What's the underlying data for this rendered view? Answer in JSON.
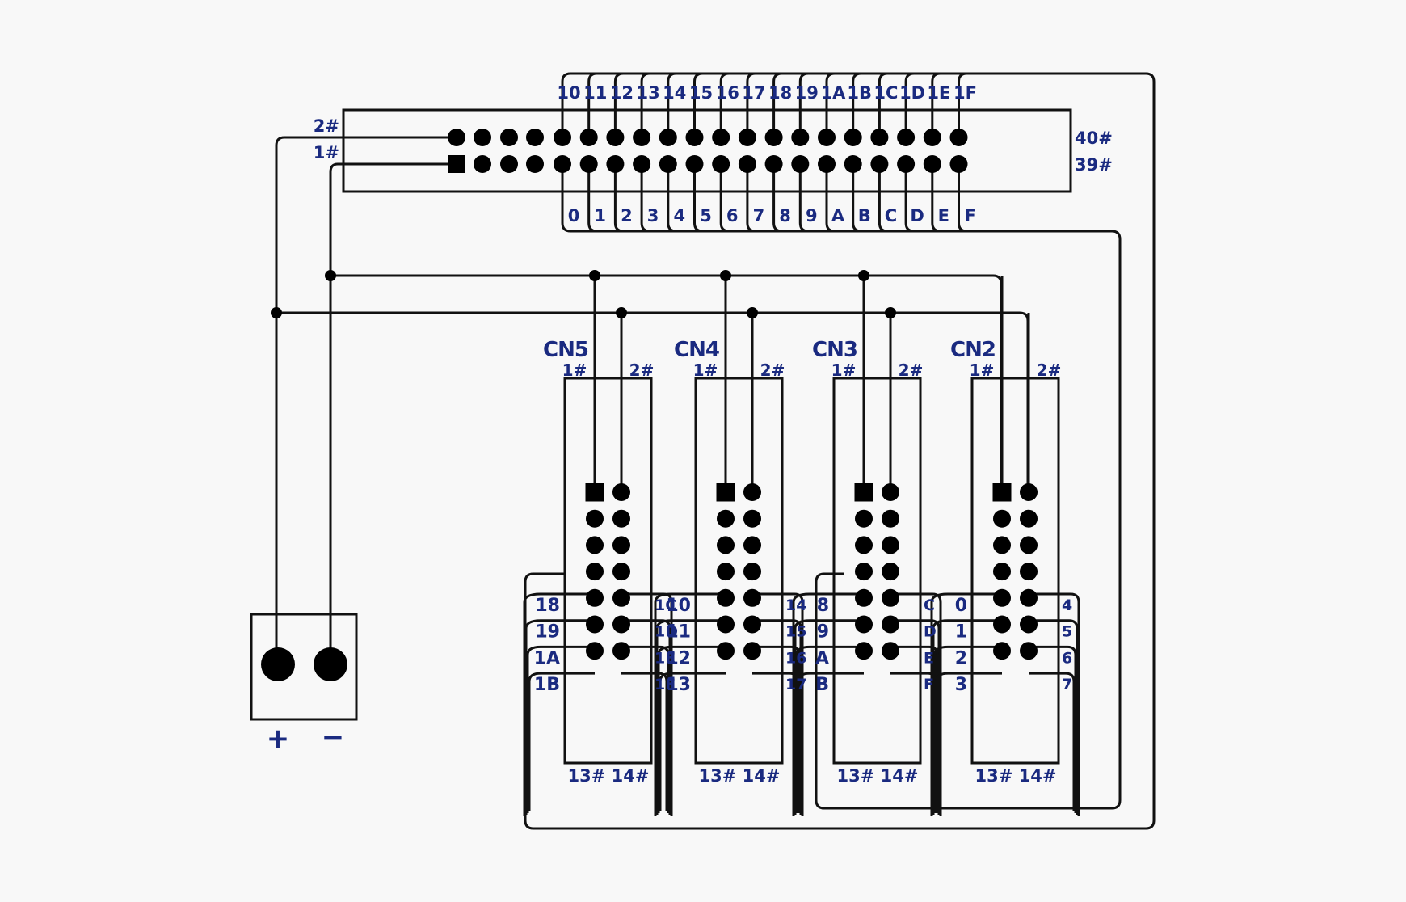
{
  "colors": {
    "wire": "#111111",
    "label": "#1a2a80",
    "plus": "#e8141c",
    "background": "#f8f8f8"
  },
  "main_header": {
    "name": "40-pin header",
    "top_labels": [
      "10",
      "11",
      "12",
      "13",
      "14",
      "15",
      "16",
      "17",
      "18",
      "19",
      "1A",
      "1B",
      "1C",
      "1D",
      "1E",
      "1F"
    ],
    "bottom_labels": [
      "0",
      "1",
      "2",
      "3",
      "4",
      "5",
      "6",
      "7",
      "8",
      "9",
      "A",
      "B",
      "C",
      "D",
      "E",
      "F"
    ],
    "pin_top_left": "2#",
    "pin_bottom_left": "1#",
    "pin_top_right": "40#",
    "pin_bottom_right": "39#"
  },
  "power": {
    "plus": "+",
    "minus": "−"
  },
  "connectors": [
    {
      "name": "CN5",
      "pin1": "1#",
      "pin2": "2#",
      "left": [
        "18",
        "19",
        "1A",
        "1B"
      ],
      "right": [
        "1C",
        "1D",
        "1E",
        "1F"
      ],
      "bottom": "13#  14#"
    },
    {
      "name": "CN4",
      "pin1": "1#",
      "pin2": "2#",
      "left": [
        "10",
        "11",
        "12",
        "13"
      ],
      "right": [
        "14",
        "15",
        "16",
        "17"
      ],
      "bottom": "13#  14#"
    },
    {
      "name": "CN3",
      "pin1": "1#",
      "pin2": "2#",
      "left": [
        "8",
        "9",
        "A",
        "B"
      ],
      "right": [
        "C",
        "D",
        "E",
        "F"
      ],
      "bottom": "13#  14#"
    },
    {
      "name": "CN2",
      "pin1": "1#",
      "pin2": "2#",
      "left": [
        "0",
        "1",
        "2",
        "3"
      ],
      "right": [
        "4",
        "5",
        "6",
        "7"
      ],
      "bottom": "13#  14#"
    }
  ]
}
